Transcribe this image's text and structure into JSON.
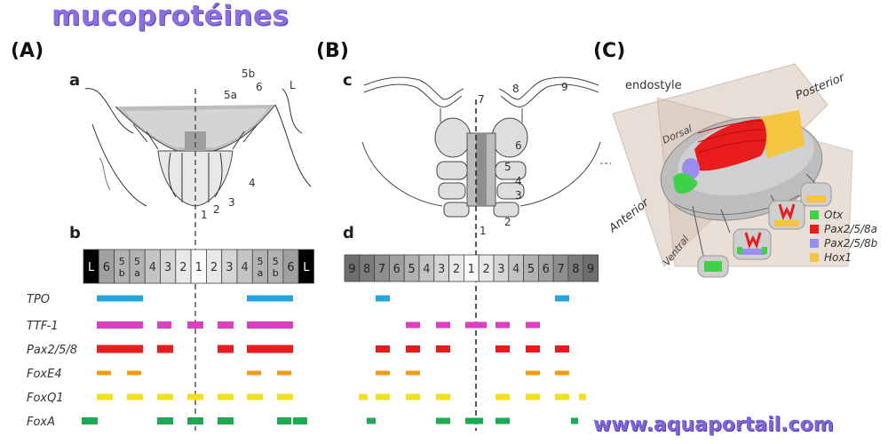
{
  "title": "mucoprotéines",
  "watermark": "www.aquaportail.com",
  "panels": {
    "A": "(A)",
    "B": "(B)",
    "C": "(C)",
    "a": "a",
    "b": "b",
    "c": "c",
    "d": "d"
  },
  "sketch_a_labels": [
    "1",
    "2",
    "3",
    "4",
    "5a",
    "5b",
    "6",
    "L"
  ],
  "sketch_c_labels": [
    "1",
    "2",
    "3",
    "4",
    "5",
    "6",
    "7",
    "8",
    "9"
  ],
  "zone_row_A": [
    "L",
    "6",
    "5b",
    "5a",
    "4",
    "3",
    "2",
    "1",
    "2",
    "3",
    "4",
    "5a",
    "5b",
    "6",
    "L"
  ],
  "zone_row_B": [
    "9",
    "8",
    "7",
    "6",
    "5",
    "4",
    "3",
    "2",
    "1",
    "2",
    "3",
    "4",
    "5",
    "6",
    "7",
    "8",
    "9"
  ],
  "genes": [
    "TPO",
    "TTF-1",
    "Pax2/5/8",
    "FoxE4",
    "FoxQ1",
    "FoxA"
  ],
  "gene_colors": [
    "#2aa4e0",
    "#dd3ec2",
    "#e81c1c",
    "#f39a12",
    "#f2e11a",
    "#1aab52"
  ],
  "panelC": {
    "labels": [
      "endostyle",
      "Posterior",
      "Dorsal",
      "Anterior",
      "Ventral"
    ],
    "legend": [
      {
        "label": "Otx",
        "color": "#3fd14a"
      },
      {
        "label": "Pax2/5/8a",
        "color": "#e81c1c"
      },
      {
        "label": "Pax2/5/8b",
        "color": "#9b8df0"
      },
      {
        "label": "Hox1",
        "color": "#f3c540"
      }
    ]
  }
}
